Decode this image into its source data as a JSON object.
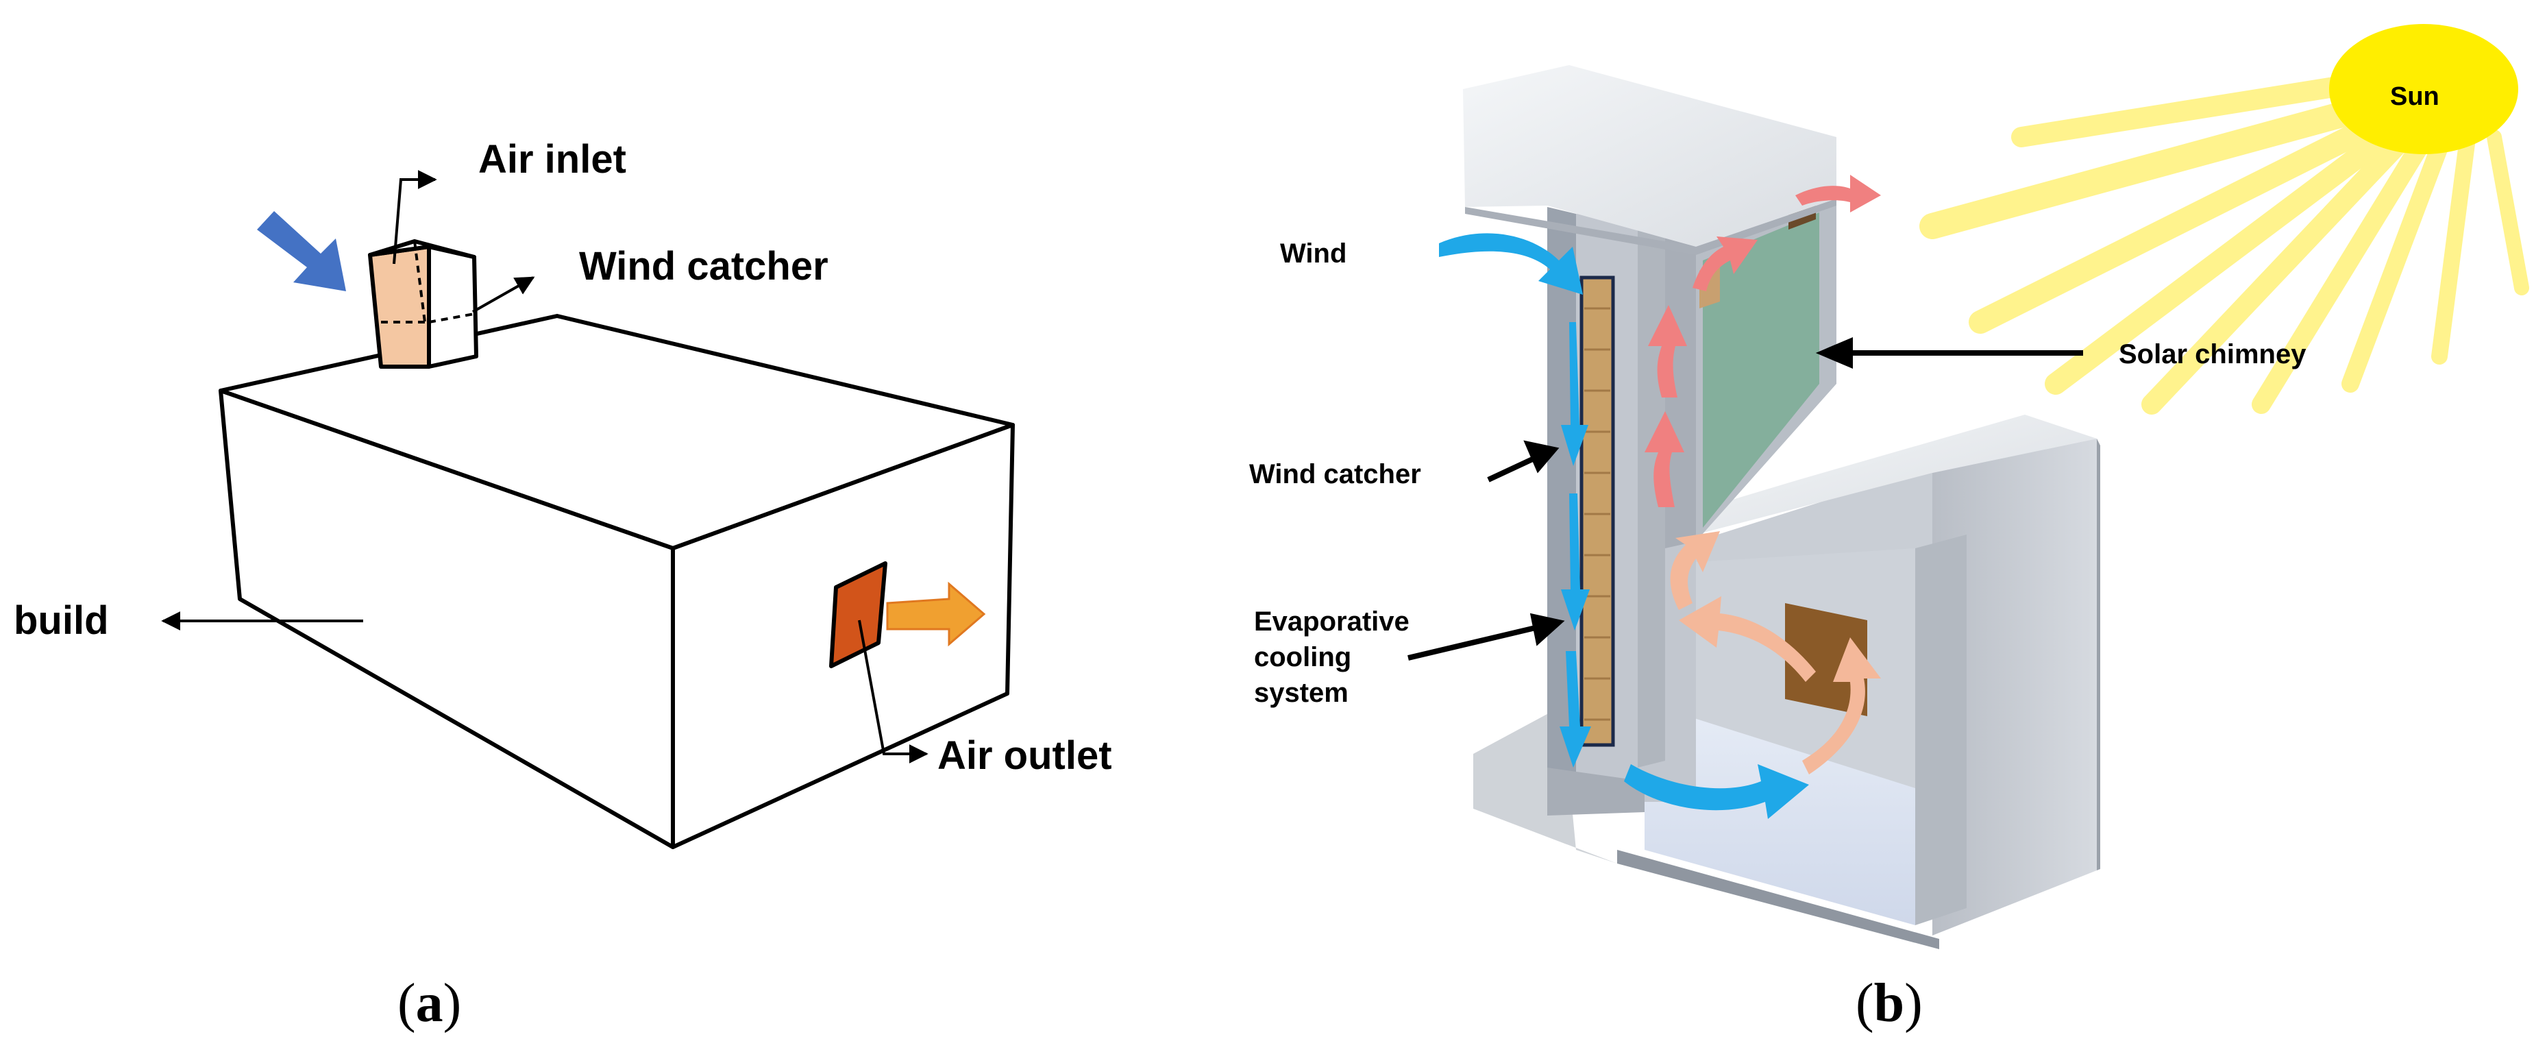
{
  "panel_a": {
    "caption_open": "(",
    "caption_letter": "a",
    "caption_close": ")",
    "labels": {
      "air_inlet": "Air inlet",
      "wind_catcher": "Wind catcher",
      "build": "build",
      "air_outlet": "Air outlet"
    },
    "colors": {
      "inlet_arrow": "#4472c4",
      "inlet_face": "#f4c7a2",
      "outlet_face": "#d2541a",
      "outlet_arrow": "#f0a030"
    }
  },
  "panel_b": {
    "caption_open": "(",
    "caption_letter": "b",
    "caption_close": ")",
    "labels": {
      "sun": "Sun",
      "wind": "Wind",
      "solar_chimney": "Solar chimney",
      "wind_catcher": "Wind catcher",
      "evap_line1": "Evaporative",
      "evap_line2": "cooling",
      "evap_line3": "system"
    },
    "colors": {
      "sun": "#ffee00",
      "cool_air": "#1fa8e8",
      "warm_air": "#f08080",
      "mixed_air": "#f4b89a",
      "chimney_panel": "#7fae98",
      "pad": "#c8a068"
    }
  }
}
